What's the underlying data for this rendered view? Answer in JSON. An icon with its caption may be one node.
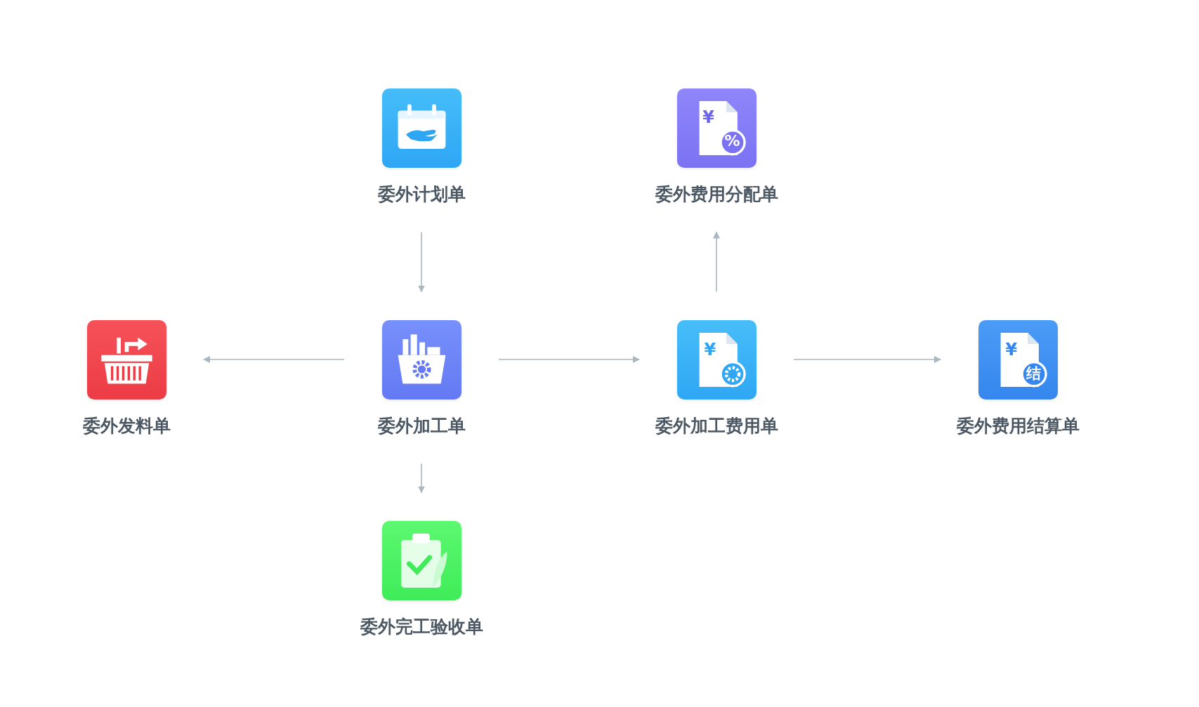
{
  "diagram": {
    "nodes": [
      {
        "text": [
          "委外计划单"
        ]
      },
      {
        "text": [
          "委外费用分配单"
        ]
      },
      {
        "text": [
          "委外发料单"
        ]
      },
      {
        "text": [
          "委外加工单"
        ]
      },
      {
        "text": [
          "委外加工费用单"
        ]
      },
      {
        "text": [
          "委外费用结算单"
        ]
      },
      {
        "text": [
          "委外完工验收单"
        ]
      }
    ],
    "edges": [
      {
        "from": 0,
        "to": 3,
        "arrow": "to"
      },
      {
        "from": 3,
        "to": 2,
        "arrow": "to"
      },
      {
        "from": 3,
        "to": 4,
        "arrow": "to"
      },
      {
        "from": 4,
        "to": 1,
        "arrow": "to"
      },
      {
        "from": 4,
        "to": 5,
        "arrow": "to"
      },
      {
        "from": 3,
        "to": 6,
        "arrow": "to"
      }
    ],
    "labels": [
      "¥",
      "%",
      "¥",
      "¥",
      "结"
    ]
  }
}
